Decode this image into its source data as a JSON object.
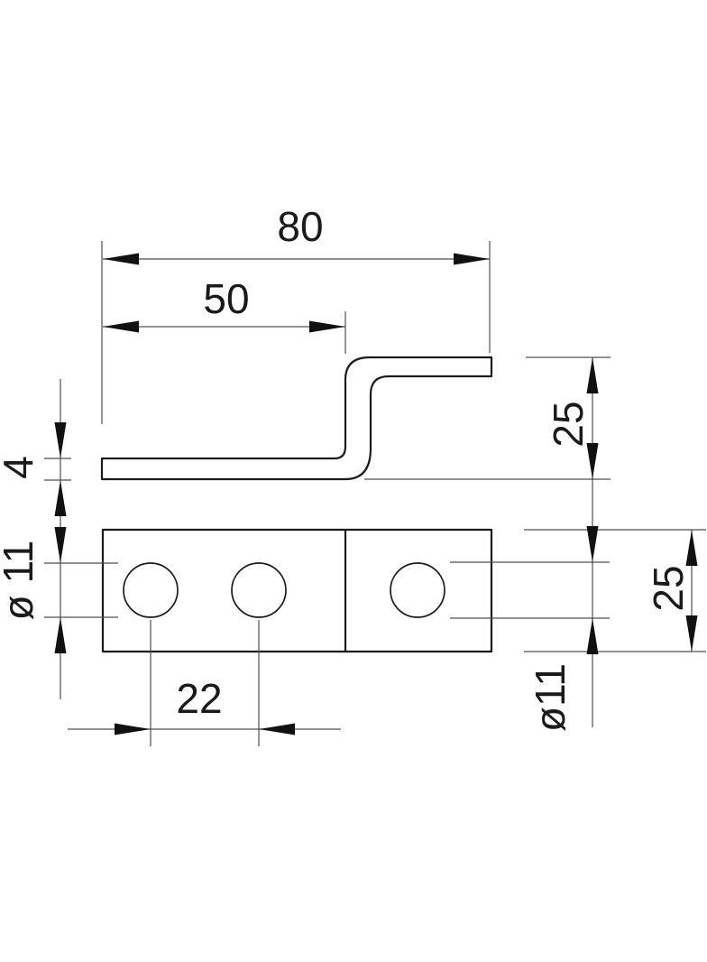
{
  "drawing": {
    "colors": {
      "background": "#ffffff",
      "object_line": "#1b1b1b",
      "dimension_line": "#4f4f4f",
      "text": "#1a1a1a"
    },
    "dimensions": {
      "overall_length": {
        "label": "80"
      },
      "sub_length": {
        "label": "50"
      },
      "offset_height": {
        "label": "25"
      },
      "material_thickness": {
        "label": "4"
      },
      "hole_diameter_left": {
        "label": "ø 11"
      },
      "plate_width": {
        "label": "25"
      },
      "hole_diameter_right": {
        "label": "ø11"
      },
      "hole_spacing": {
        "label": "22"
      }
    }
  }
}
